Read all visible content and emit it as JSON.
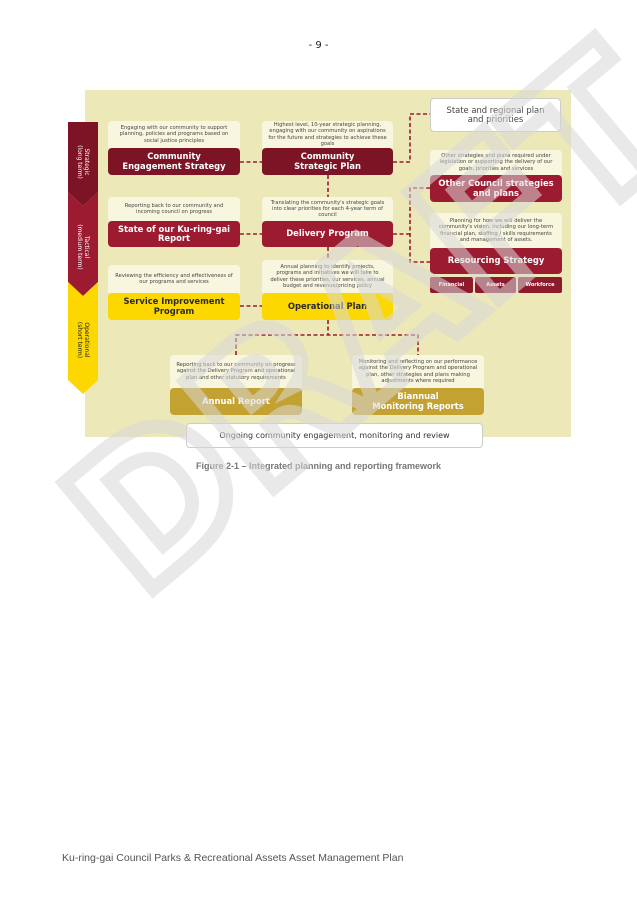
{
  "page_number": "- 9 -",
  "watermark": "DRAFT",
  "bands": [
    {
      "label": "Strategic\n(long term)",
      "color": "#7c1425"
    },
    {
      "label": "Tactical\n(medium term)",
      "color": "#9c1b31"
    },
    {
      "label": "Operational\n(short term)",
      "color": "#fcd800"
    }
  ],
  "boxes": {
    "ces": {
      "desc": "Engaging with our community to support planning, policies and programs based on social justice principles",
      "title": "Community\nEngagement Strategy"
    },
    "csp": {
      "desc": "Highest level, 10-year strategic planning, engaging with our community on aspirations for the future and strategies to achieve these goals",
      "title": "Community\nStrategic Plan"
    },
    "state": {
      "title": "State and regional plan\nand priorities"
    },
    "other": {
      "desc": "Other strategies and plans required under legislation or supporting the delivery of our goals, priorities and services",
      "title": "Other Council strategies\nand plans"
    },
    "resourcing": {
      "desc": "Planning for how we will deliver the community's vision, including our long-term financial plan, staffing / skills requirements and management of assets.",
      "title": "Resourcing Strategy",
      "subs": [
        "Financial",
        "Assets",
        "Workforce"
      ]
    },
    "sokrg": {
      "desc": "Reporting back to our community and incoming council on progress",
      "title": "State of our Ku-ring-gai\nReport"
    },
    "delivery": {
      "desc": "Translating the community's strategic goals into clear priorities for each 4-year term of council",
      "title": "Delivery Program"
    },
    "sip": {
      "desc": "Reviewing the efficiency and effectiveness of our programs and services",
      "title": "Service Improvement\nProgram"
    },
    "op": {
      "desc": "Annual planning to identify projects, programs and initiatives we will take to deliver these priorities, our services, annual budget and revenue/pricing policy",
      "title": "Operational Plan"
    },
    "annual": {
      "desc": "Reporting back to our community on progress against the Delivery Program and operational plan and other statutory requirements",
      "title": "Annual Report"
    },
    "biannual": {
      "desc": "Monitoring and reflecting on our performance against the Delivery Program and operational plan, other strategies and plans making adjustments where required",
      "title": "Biannual\nMonitoring Reports"
    }
  },
  "ongoing": "Ongoing community engagement, monitoring and review",
  "caption": "Figure 2-1 – Integrated planning and reporting framework",
  "footer": "Ku-ring-gai Council Parks & Recreational Assets Asset Management Plan"
}
